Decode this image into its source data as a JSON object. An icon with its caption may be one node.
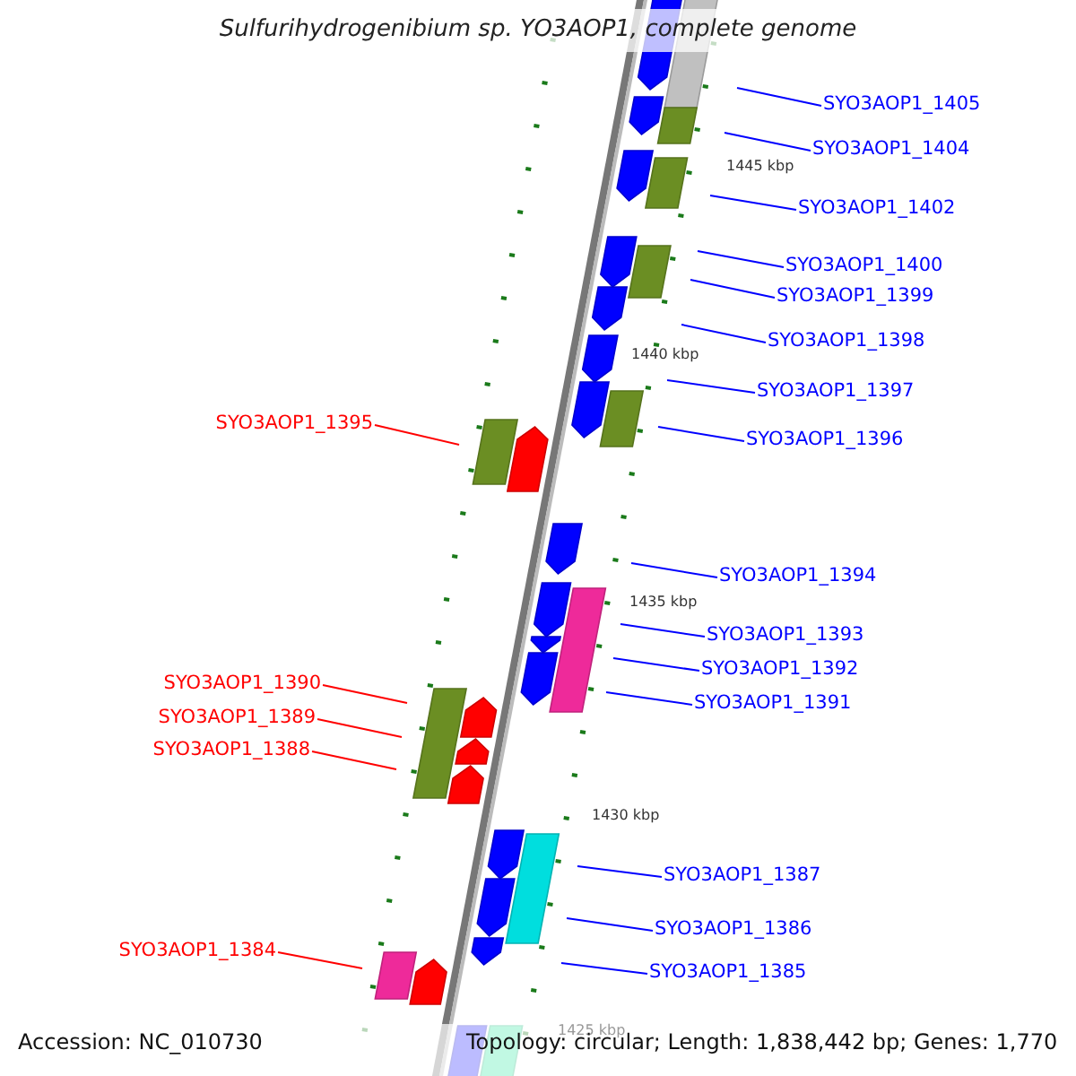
{
  "diagram": {
    "title": "Sulfurihydrogenibium sp. YO3AOP1, complete genome",
    "nodes": [
      {
        "text": [
          "SYO3AOP1_1405"
        ]
      },
      {
        "text": [
          "SYO3AOP1_1404"
        ]
      },
      {
        "text": [
          "SYO3AOP1_1402"
        ]
      },
      {
        "text": [
          "SYO3AOP1_1400"
        ]
      },
      {
        "text": [
          "SYO3AOP1_1399"
        ]
      },
      {
        "text": [
          "SYO3AOP1_1398"
        ]
      },
      {
        "text": [
          "SYO3AOP1_1397"
        ]
      },
      {
        "text": [
          "SYO3AOP1_1396"
        ]
      },
      {
        "text": [
          "SYO3AOP1_1395"
        ]
      },
      {
        "text": [
          "SYO3AOP1_1394"
        ]
      },
      {
        "text": [
          "SYO3AOP1_1393"
        ]
      },
      {
        "text": [
          "SYO3AOP1_1392"
        ]
      },
      {
        "text": [
          "SYO3AOP1_1391"
        ]
      },
      {
        "text": [
          "SYO3AOP1_1390"
        ]
      },
      {
        "text": [
          "SYO3AOP1_1389"
        ]
      },
      {
        "text": [
          "SYO3AOP1_1388"
        ]
      },
      {
        "text": [
          "SYO3AOP1_1387"
        ]
      },
      {
        "text": [
          "SYO3AOP1_1386"
        ]
      },
      {
        "text": [
          "SYO3AOP1_1385"
        ]
      },
      {
        "text": [
          "SYO3AOP1_1384"
        ]
      }
    ],
    "edges": [
      {
        "from": 0,
        "to": null,
        "arrow": "none"
      },
      {
        "from": 1,
        "to": null,
        "arrow": "none"
      },
      {
        "from": 2,
        "to": null,
        "arrow": "none"
      },
      {
        "from": 3,
        "to": null,
        "arrow": "none"
      },
      {
        "from": 4,
        "to": null,
        "arrow": "none"
      },
      {
        "from": 5,
        "to": null,
        "arrow": "none"
      },
      {
        "from": 6,
        "to": null,
        "arrow": "none"
      },
      {
        "from": 7,
        "to": null,
        "arrow": "none"
      },
      {
        "from": 8,
        "to": null,
        "arrow": "none",
        "color": "#ff0000"
      },
      {
        "from": 9,
        "to": null,
        "arrow": "none"
      },
      {
        "from": 10,
        "to": null,
        "arrow": "none"
      },
      {
        "from": 11,
        "to": null,
        "arrow": "none"
      },
      {
        "from": 12,
        "to": null,
        "arrow": "none"
      },
      {
        "from": 13,
        "to": null,
        "arrow": "none",
        "color": "#ff0000"
      },
      {
        "from": 14,
        "to": null,
        "arrow": "none",
        "color": "#ff0000"
      },
      {
        "from": 15,
        "to": null,
        "arrow": "none",
        "color": "#ff0000"
      },
      {
        "from": 16,
        "to": null,
        "arrow": "none"
      },
      {
        "from": 17,
        "to": null,
        "arrow": "none"
      },
      {
        "from": 18,
        "to": null,
        "arrow": "none"
      },
      {
        "from": 19,
        "to": null,
        "arrow": "none",
        "color": "#ff0000"
      }
    ],
    "labels": [
      "1445 kbp",
      "1440 kbp",
      "1435 kbp",
      "1430 kbp",
      "1425 kbp",
      "Accession: NC_010730",
      "Topology: circular; Length: 1,838,442 bp; Genes: 1,770"
    ]
  }
}
